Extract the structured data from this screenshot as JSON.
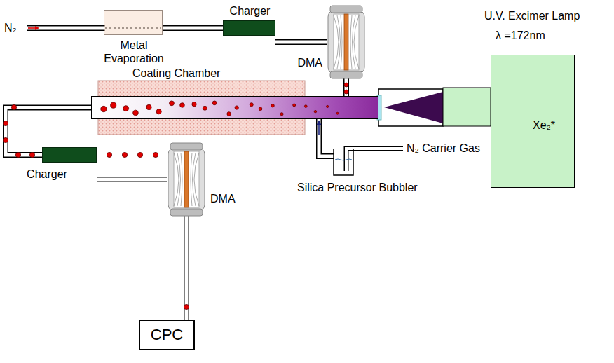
{
  "diagram": {
    "nodes": [
      {
        "text": [
          "Metal Evaporation"
        ]
      },
      {
        "text": [
          "Charger"
        ]
      },
      {
        "text": [
          "DMA"
        ]
      },
      {
        "text": [
          "Coating Chamber"
        ]
      },
      {
        "text": [
          "U.V. Excimer Lamp",
          "λ =172nm",
          "Xe₂*"
        ]
      },
      {
        "text": [
          "Silica Precursor Bubbler"
        ]
      },
      {
        "text": [
          "Charger"
        ]
      },
      {
        "text": [
          "DMA"
        ]
      },
      {
        "text": [
          "CPC"
        ]
      }
    ],
    "edges": [
      {
        "from": 0,
        "to": 1,
        "arrow": "none"
      },
      {
        "from": 1,
        "to": 2,
        "arrow": "none"
      },
      {
        "from": 2,
        "to": 3,
        "arrow": "none"
      },
      {
        "from": 5,
        "to": 3,
        "arrow": "to"
      },
      {
        "from": 3,
        "to": 6,
        "arrow": "none"
      },
      {
        "from": 6,
        "to": 7,
        "arrow": "none"
      },
      {
        "from": 7,
        "to": 8,
        "arrow": "none"
      }
    ],
    "labels": [
      "N₂",
      "N₂ Carrier Gas"
    ]
  }
}
